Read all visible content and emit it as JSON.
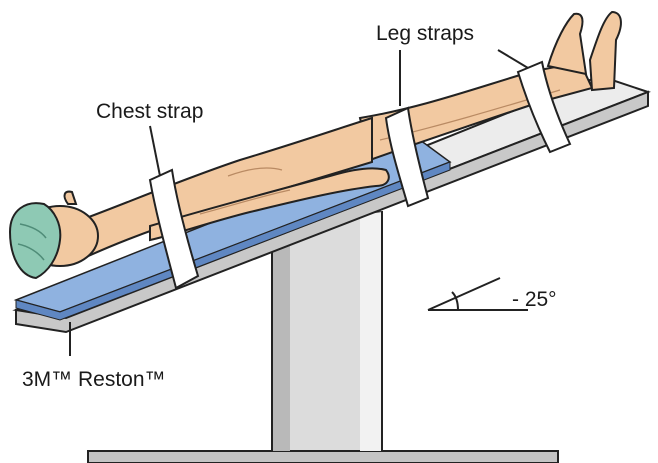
{
  "labels": {
    "leg_straps": "Leg straps",
    "chest_strap": "Chest strap",
    "pad": "3M™ Reston™",
    "angle": "- 25°"
  },
  "colors": {
    "skin": "#f2c9a1",
    "skin_shadow": "#d9a67c",
    "cap": "#8ec9b4",
    "pad_blue": "#7fa5d8",
    "table_gray": "#c8c8c8",
    "table_light": "#ececec",
    "strap": "#ffffff",
    "outline": "#222222"
  }
}
